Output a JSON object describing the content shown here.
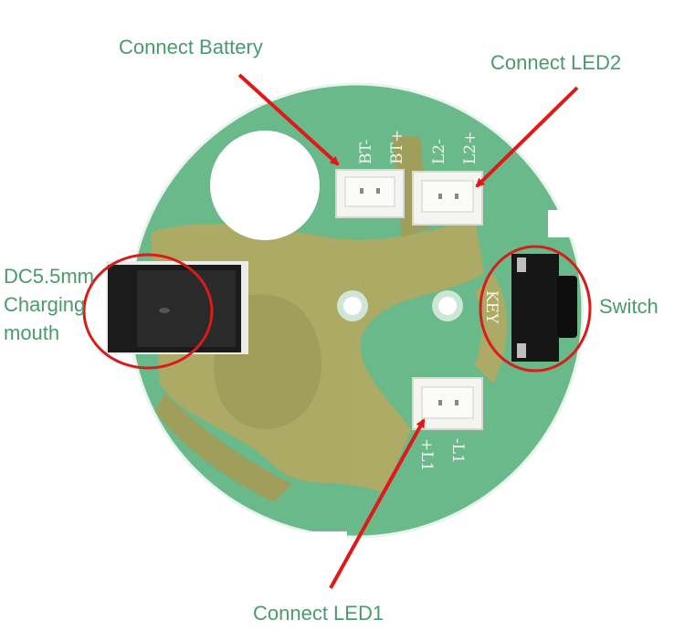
{
  "labels": {
    "battery": "Connect Battery",
    "led2": "Connect LED2",
    "dc_line1": "DC5.5mm",
    "dc_line2": "Charging",
    "dc_line3": "mouth",
    "switch": "Switch",
    "led1": "Connect LED1"
  },
  "silkscreen": {
    "bt_minus": "BT-",
    "bt_plus": "BT+",
    "l2_minus": "L2-",
    "l2_plus": "L2+",
    "key": "KEY",
    "l1_plus": "+L1",
    "l1_minus": "-L1"
  },
  "colors": {
    "label_text": "#4a9a6e",
    "arrow": "#e01818",
    "board": "#6ab98a",
    "copper_pour": "#b8a85e",
    "highlight_circle": "#d81c1c"
  },
  "icons": [
    "dc-jack-icon",
    "tactile-switch-icon",
    "jst-connector-icon"
  ]
}
